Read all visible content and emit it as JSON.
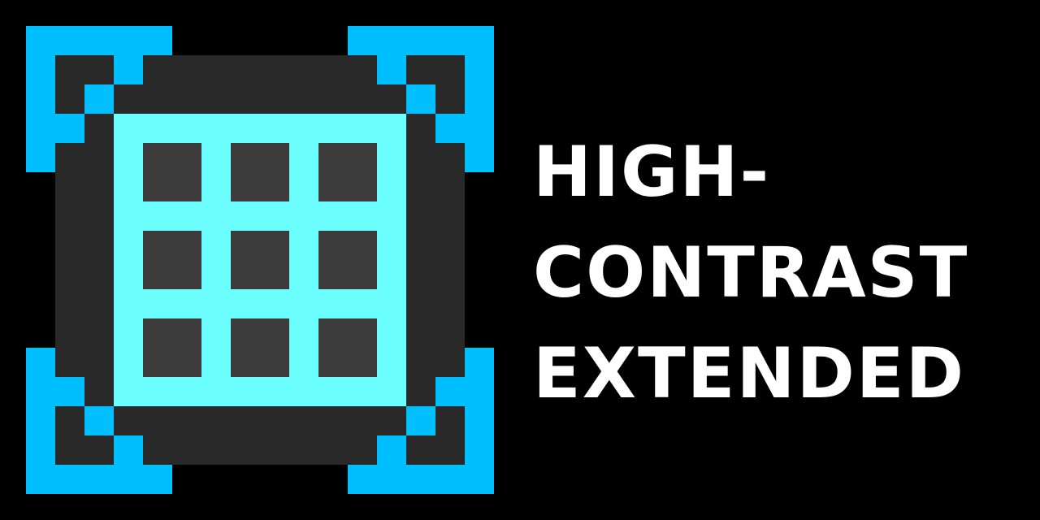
{
  "logo": {
    "icon": "grid-frame-icon",
    "colors": {
      "bracket": "#00bfff",
      "frame": "#292929",
      "panel": "#6cffff",
      "cell": "#3c3c3c",
      "background": "#000000"
    }
  },
  "title": {
    "lines": [
      "HIGH-",
      "CONTRAST",
      "EXTENDED"
    ],
    "color": "#ffffff"
  }
}
